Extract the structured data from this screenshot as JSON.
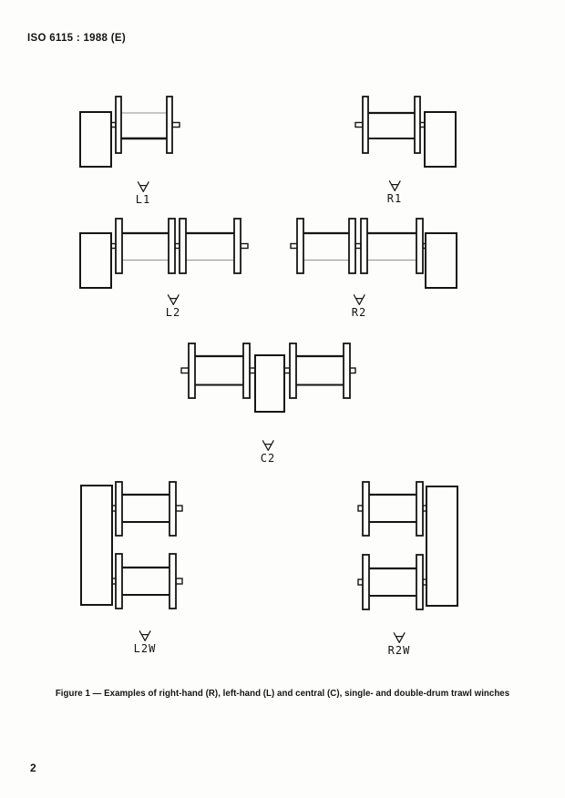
{
  "document": {
    "header": "ISO 6115 : 1988 (E)",
    "page_number": "2"
  },
  "figure": {
    "caption": "Figure 1 — Examples of right-hand (R), left-hand (L) and central (C), single- and double-drum trawl winches",
    "direction_symbol": "∀",
    "winches": [
      {
        "label": "L1"
      },
      {
        "label": "R1"
      },
      {
        "label": "L2"
      },
      {
        "label": "R2"
      },
      {
        "label": "C2"
      },
      {
        "label": "L2W"
      },
      {
        "label": "R2W"
      }
    ]
  }
}
